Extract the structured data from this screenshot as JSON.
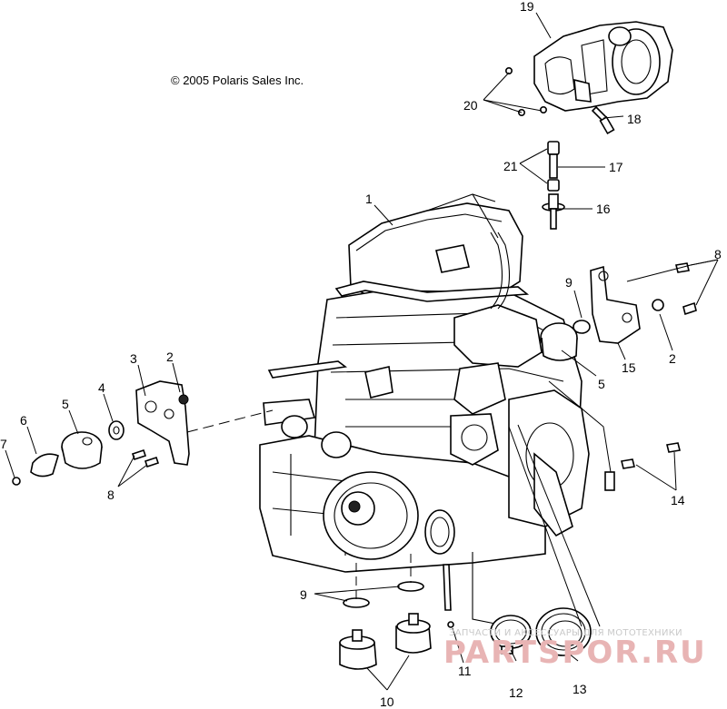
{
  "copyright": "© 2005 Polaris Sales Inc.",
  "watermark": {
    "line1": "ЗАПЧАСТИ И АКСЕССУАРЫ ДЛЯ МОТОТЕХНИКИ",
    "line2": "PARTSPOR.RU",
    "color": "#e8b4b4"
  },
  "callouts": {
    "c1": "1",
    "c2a": "2",
    "c2b": "2",
    "c3": "3",
    "c4": "4",
    "c5a": "5",
    "c5b": "5",
    "c6": "6",
    "c7": "7",
    "c8a": "8",
    "c8b": "8",
    "c9a": "9",
    "c9b": "9",
    "c10": "10",
    "c11": "11",
    "c12": "12",
    "c13": "13",
    "c14": "14",
    "c15": "15",
    "c16": "16",
    "c17": "17",
    "c18": "18",
    "c19": "19",
    "c20": "20",
    "c21": "21"
  }
}
